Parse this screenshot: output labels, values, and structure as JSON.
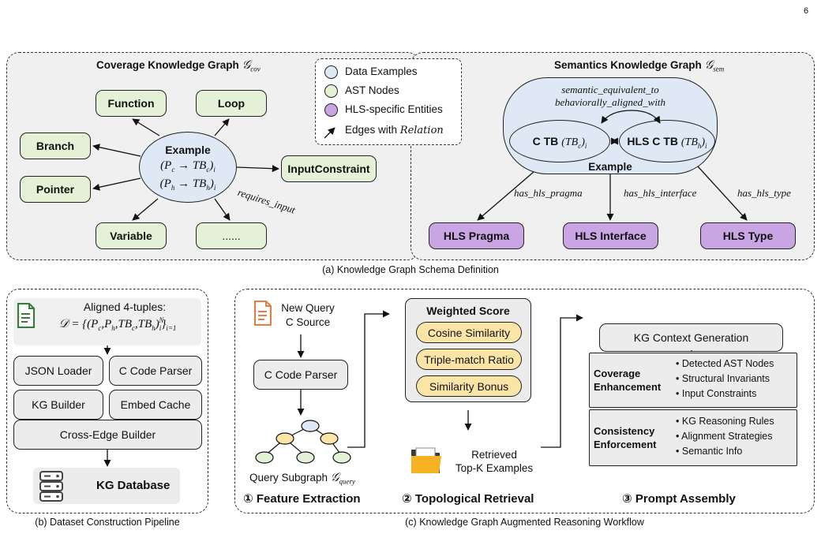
{
  "page_number": "6",
  "coverage_graph": {
    "title": "Coverage Knowledge Graph",
    "symbol": "𝒢",
    "symbol_sub": "cov",
    "nodes": [
      "Function",
      "Loop",
      "Branch",
      "Pointer",
      "Variable",
      "......",
      "InputConstraint"
    ],
    "center_title": "Example",
    "center_line1": "(P",
    "center_line1_sub": "c",
    "center_line1_arrow": " → TB",
    "center_line1_sub2": "c",
    "center_line1_end": ")",
    "center_line1_i": "i",
    "center_line2": "(P",
    "center_line2_sub": "h",
    "center_line2_arrow": " → TB",
    "center_line2_sub2": "h",
    "center_line2_end": ")",
    "center_line2_i": "i",
    "edge_label": "requires_input"
  },
  "legend": {
    "items": [
      "Data Examples",
      "AST Nodes",
      "HLS-specific Entities"
    ],
    "edge_text": "Edges with ",
    "edge_italic": "Relation"
  },
  "semantics_graph": {
    "title": "Semantics Knowledge Graph",
    "symbol": "𝒢",
    "symbol_sub": "sem",
    "relation1": "semantic_equivalent_to",
    "relation2": "behaviorally_aligned_with",
    "ctb_label": "C TB",
    "ctb_math": "(TB",
    "ctb_sub": "c",
    "ctb_i": "i",
    "hls_label": "HLS C TB",
    "hls_math": "(TB",
    "hls_sub": "h",
    "hls_i": "i",
    "example_label": "Example",
    "edges": [
      "has_hls_pragma",
      "has_hls_interface",
      "has_hls_type"
    ],
    "entities": [
      "HLS Pragma",
      "HLS Interface",
      "HLS Type"
    ]
  },
  "caption_a": "(a) Knowledge Graph Schema Definition",
  "pipeline": {
    "tuple_title": "Aligned 4-tuples:",
    "tuple_formula": "𝒟 = {(P",
    "components": [
      "JSON Loader",
      "C Code Parser",
      "KG Builder",
      "Embed Cache",
      "Cross-Edge Builder"
    ],
    "database": "KG Database"
  },
  "caption_b": "(b) Dataset Construction Pipeline",
  "workflow": {
    "query_line1": "New Query",
    "query_line2": "C Source",
    "parser": "C Code Parser",
    "subgraph_label": "Query Subgraph",
    "subgraph_sub": "query",
    "score_title": "Weighted  Score",
    "scores": [
      "Cosine Similarity",
      "Triple-match Ratio",
      "Similarity Bonus"
    ],
    "retrieved_line1": "Retrieved",
    "retrieved_line2": "Top-K Examples",
    "context": "KG Context Generation",
    "coverage_title_1": "Coverage",
    "coverage_title_2": "Enhancement",
    "coverage_items": [
      "Detected AST Nodes",
      "Structural Invariants",
      "Input Constraints"
    ],
    "consistency_title_1": "Consistency",
    "consistency_title_2": "Enforcement",
    "consistency_items": [
      "KG Reasoning Rules",
      "Alignment Strategies",
      "Semantic Info"
    ],
    "stages": [
      "① Feature Extraction",
      "② Topological Retrieval",
      "③ Prompt Assembly"
    ]
  },
  "caption_c": "(c) Knowledge Graph Augmented Reasoning Workflow",
  "colors": {
    "data_examples": "#dfe9f5",
    "ast_nodes": "#e4f1d6",
    "hls_entities": "#c9a5e3",
    "score_items": "#fbe5a6",
    "doc_green": "#3c7a3c",
    "doc_orange": "#d9834a"
  }
}
